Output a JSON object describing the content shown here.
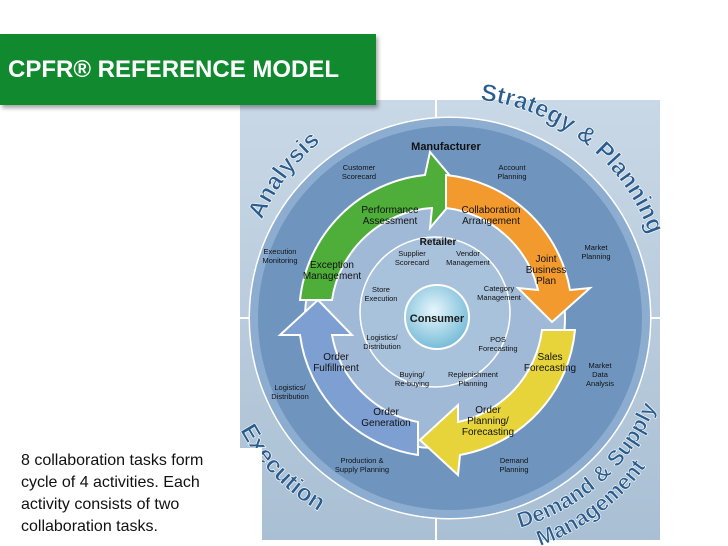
{
  "title": "CPFR® REFERENCE MODEL",
  "caption": [
    "8 collaboration tasks form",
    "cycle of 4 activities. Each",
    "activity consists of two",
    "collaboration tasks."
  ],
  "quadrants": {
    "analysis": "Analysis",
    "strategy": "Strategy & Planning",
    "demand_1": "Demand & Supply",
    "demand_2": "Management",
    "execution": "Execution"
  },
  "rings": {
    "outer": "Manufacturer",
    "middle": "Retailer",
    "center": "Consumer"
  },
  "tasks": {
    "collaboration_arrangement": [
      "Collaboration",
      "Arrangement"
    ],
    "joint_business_plan": [
      "Joint",
      "Business",
      "Plan"
    ],
    "sales_forecasting": [
      "Sales",
      "Forecasting"
    ],
    "order_planning": [
      "Order",
      "Planning/",
      "Forecasting"
    ],
    "order_generation": [
      "Order",
      "Generation"
    ],
    "order_fulfillment": [
      "Order",
      "Fulfillment"
    ],
    "exception_management": [
      "Exception",
      "Management"
    ],
    "performance_assessment": [
      "Performance",
      "Assessment"
    ]
  },
  "manufacturer_items": {
    "customer_scorecard": [
      "Customer",
      "Scorecard"
    ],
    "account_planning": [
      "Account",
      "Planning"
    ],
    "market_planning": [
      "Market",
      "Planning"
    ],
    "market_data_analysis": [
      "Market",
      "Data",
      "Analysis"
    ],
    "demand_planning": [
      "Demand",
      "Planning"
    ],
    "production_supply_planning": [
      "Production &",
      "Supply Planning"
    ],
    "logistics_distribution": [
      "Logistics/",
      "Distribution"
    ],
    "execution_monitoring": [
      "Execution",
      "Monitoring"
    ]
  },
  "retailer_items": {
    "supplier_scorecard": [
      "Supplier",
      "Scorecard"
    ],
    "vendor_management": [
      "Vendor",
      "Management"
    ],
    "category_management": [
      "Category",
      "Management"
    ],
    "pos_forecasting": [
      "POS",
      "Forecasting"
    ],
    "replenishment_planning": [
      "Replenishment",
      "Planning"
    ],
    "buying_rebuying": [
      "Buying/",
      "Re-buying"
    ],
    "logistics_distribution": [
      "Logistics/",
      "Distribution"
    ],
    "store_execution": [
      "Store",
      "Execution"
    ]
  },
  "colors": {
    "banner": "#118a2f",
    "quadrant_bg": "#aec4d6",
    "outer_ring": "#6f95bf",
    "inner_ring": "#9fb9d6",
    "green": "#4fae3a",
    "orange": "#f29a2e",
    "yellow": "#e6d43a",
    "blue": "#7d9fd1"
  }
}
